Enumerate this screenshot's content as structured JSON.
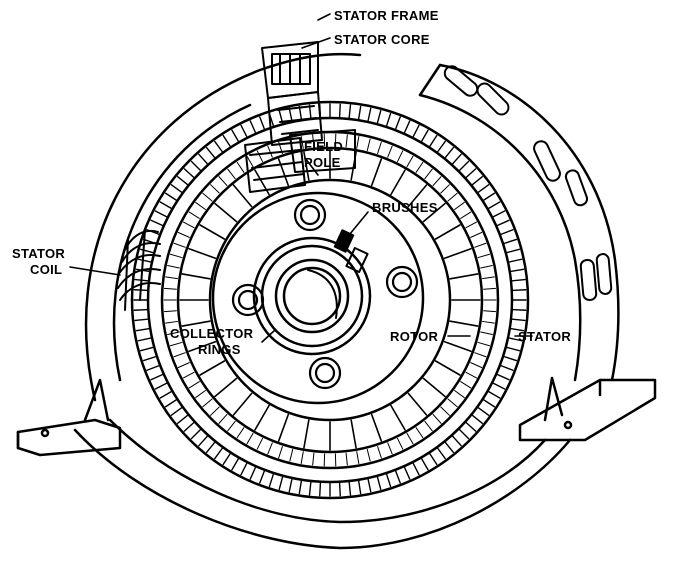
{
  "labels": {
    "stator_frame": "STATOR FRAME",
    "stator_core": "STATOR CORE",
    "field_pole_line1": "FIELD",
    "field_pole_line2": "POLE",
    "brushes": "BRUSHES",
    "stator_coil_line1": "STATOR",
    "stator_coil_line2": "COIL",
    "collector_rings_line1": "COLLECTOR",
    "collector_rings_line2": "RINGS",
    "rotor": "ROTOR",
    "stator": "STATOR"
  },
  "colors": {
    "ink": "#000000",
    "paper": "#ffffff"
  }
}
